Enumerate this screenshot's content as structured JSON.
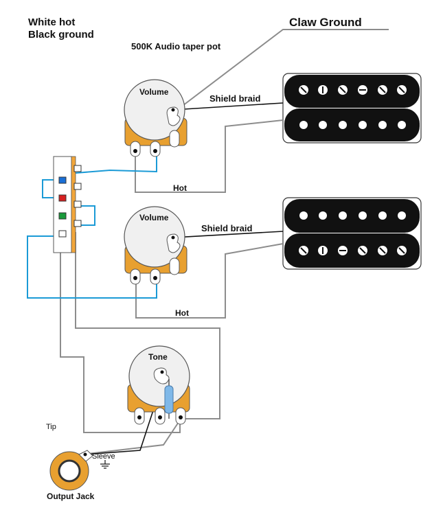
{
  "legend": {
    "line1": "White hot",
    "line2": "Black ground"
  },
  "claw_ground": "Claw Ground",
  "pot_spec": "500K Audio taper pot",
  "pots": {
    "volume_1": "Volume",
    "volume_2": "Volume",
    "tone": "Tone"
  },
  "wires": {
    "shield_1": "Shield braid",
    "shield_2": "Shield braid",
    "hot_1": "Hot",
    "hot_2": "Hot"
  },
  "jack": {
    "tip": "Tip",
    "sleeve": "Sleeve",
    "title": "Output Jack"
  },
  "colors": {
    "wire_gray": "#8c8c8c",
    "wire_blue": "#1a9ad6",
    "wire_black": "#111111",
    "pot_body": "#f0f0f0",
    "pot_casing": "#e8a030",
    "pickup": "#111111",
    "switch_board": "#f2a63a",
    "jack_ring": "#e8a030",
    "capacitor": "#7fb8e8"
  },
  "icons": [
    "pickup-humbucker-icon",
    "potentiometer-icon",
    "switch-icon",
    "capacitor-icon",
    "ground-symbol-icon",
    "jack-icon"
  ]
}
